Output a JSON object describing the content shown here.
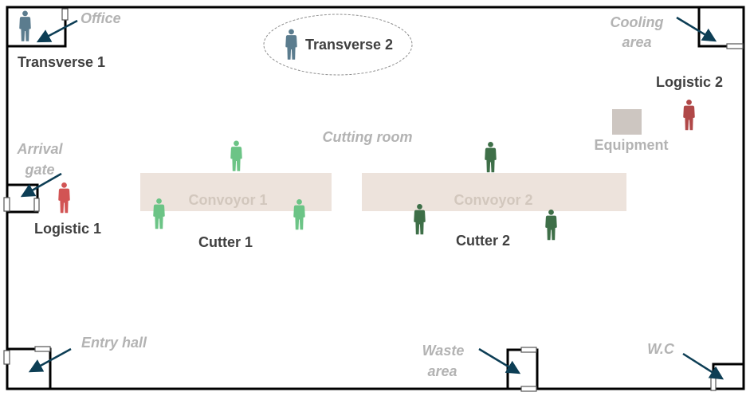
{
  "areas": {
    "office": "Office",
    "cooling_line1": "Cooling",
    "cooling_line2": "area",
    "arrival_line1": "Arrival",
    "arrival_line2": "gate",
    "cutting_room": "Cutting room",
    "entry_hall": "Entry hall",
    "waste_line1": "Waste",
    "waste_line2": "area",
    "wc": "W.C"
  },
  "roles": {
    "transverse_1": "Transverse 1",
    "transverse_2": "Transverse 2",
    "logistic_1": "Logistic 1",
    "logistic_2": "Logistic 2",
    "cutter_1": "Cutter 1",
    "cutter_2": "Cutter 2"
  },
  "equipment": {
    "conveyor_1": "Convoyor 1",
    "conveyor_2": "Convoyor 2",
    "equipment": "Equipment"
  },
  "colors": {
    "wall": "#000000",
    "arrow": "#0d3e55",
    "transverse": "#5b7c8e",
    "logistic": "#d25454",
    "logistic_2": "#b04848",
    "cutter_1": "#6cc486",
    "cutter_2": "#3e6f48",
    "conveyor": "#ede3dc",
    "equipment_box": "#cdc6c1"
  },
  "icons": {
    "person": "person-icon"
  }
}
